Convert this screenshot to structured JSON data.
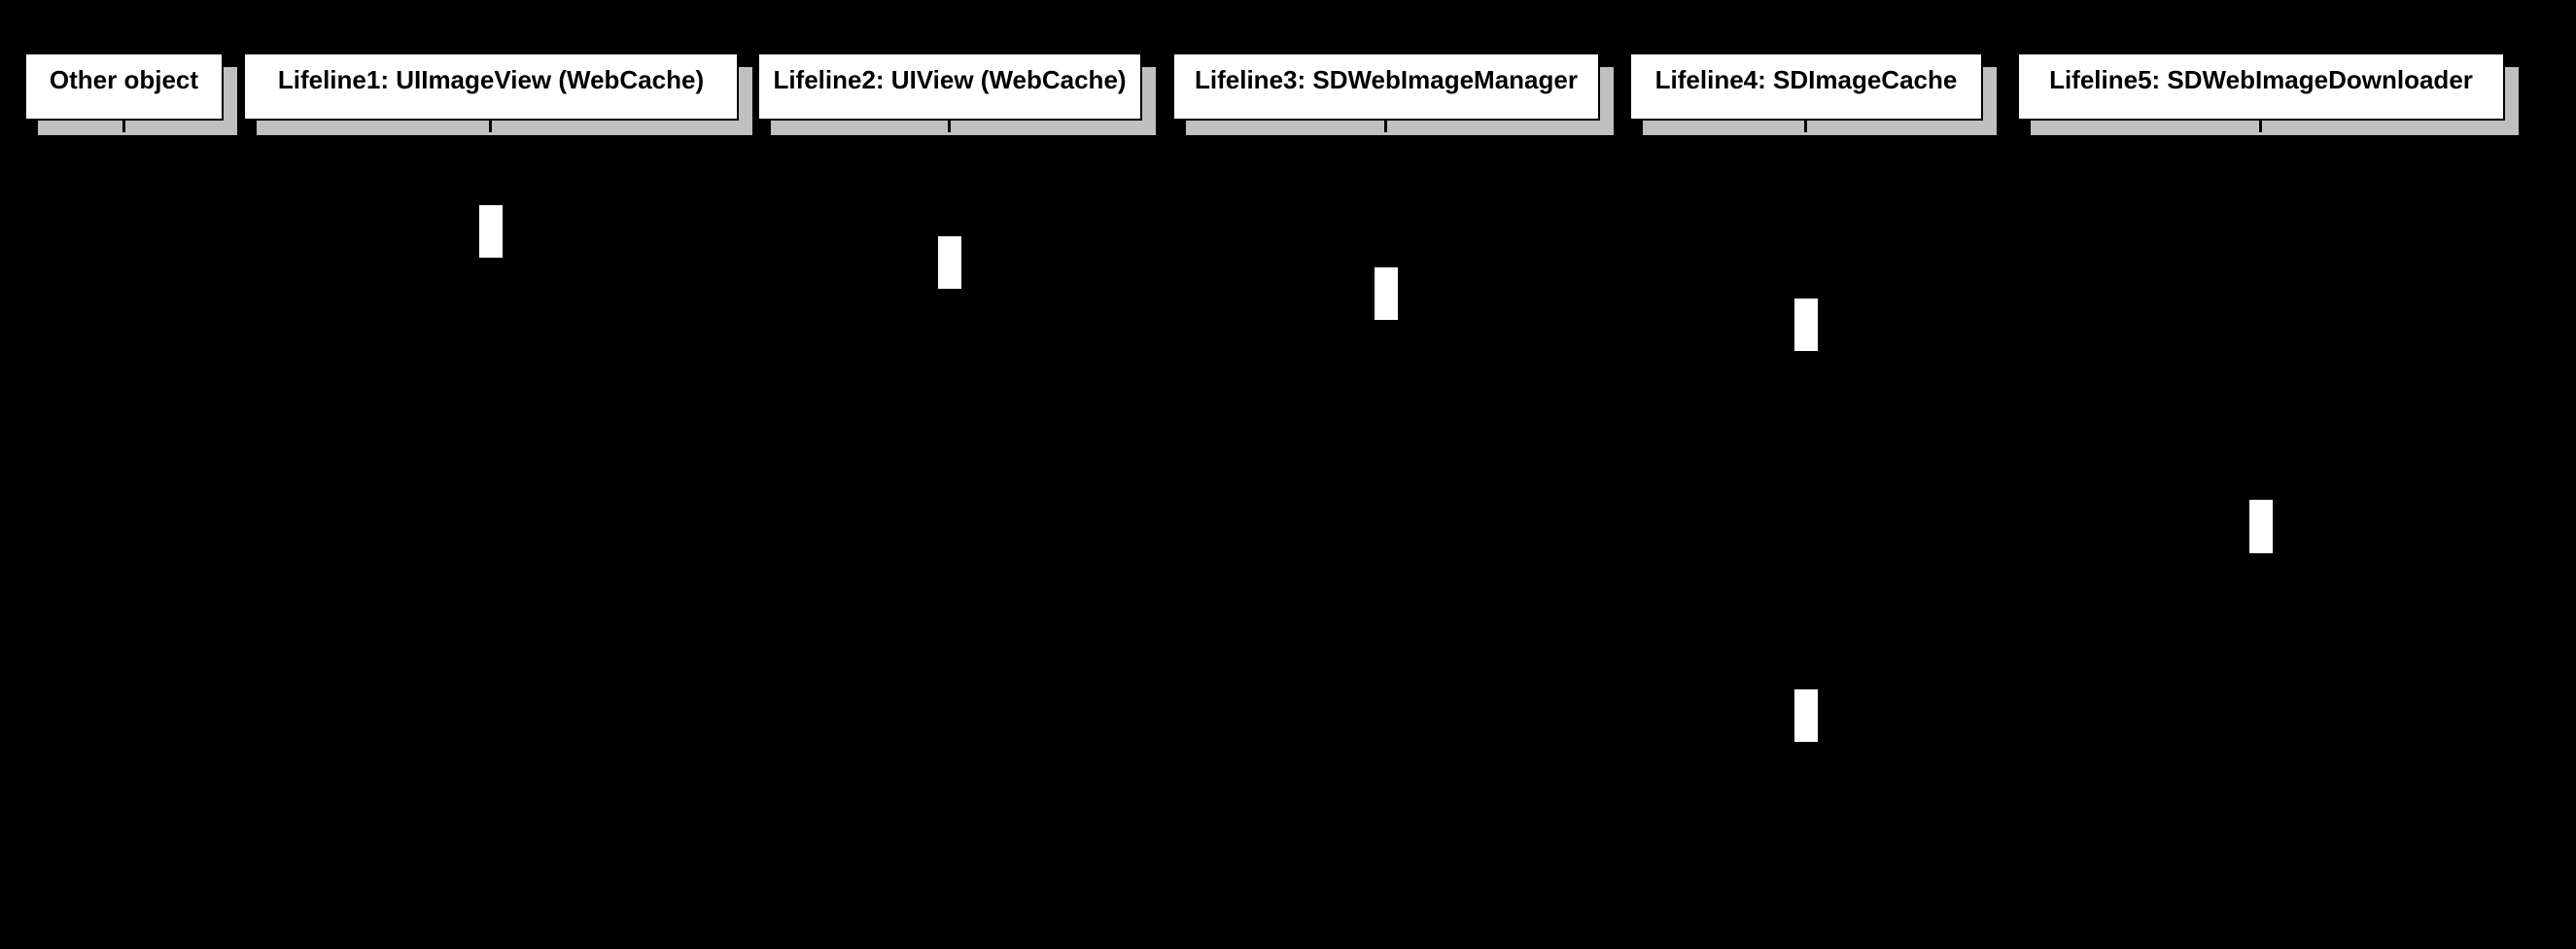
{
  "diagram": {
    "kind": "uml-sequence-diagram",
    "colors": {
      "background": "#000000",
      "participant_fill": "#ffffff",
      "participant_border": "#000000",
      "participant_text": "#000000",
      "shadow": "#c0c0c0",
      "activation_fill": "#ffffff"
    }
  },
  "participants": [
    {
      "id": "other-object",
      "label": "Other object"
    },
    {
      "id": "lifeline1",
      "label": "Lifeline1: UIImageView (WebCache)"
    },
    {
      "id": "lifeline2",
      "label": "Lifeline2: UIView (WebCache)"
    },
    {
      "id": "lifeline3",
      "label": "Lifeline3: SDWebImageManager"
    },
    {
      "id": "lifeline4",
      "label": "Lifeline4: SDImageCache"
    },
    {
      "id": "lifeline5",
      "label": "Lifeline5: SDWebImageDownloader"
    }
  ],
  "activations": [
    {
      "participant": "lifeline1",
      "order": 1
    },
    {
      "participant": "lifeline2",
      "order": 2
    },
    {
      "participant": "lifeline3",
      "order": 3
    },
    {
      "participant": "lifeline4",
      "order": 4
    },
    {
      "participant": "lifeline5",
      "order": 5
    },
    {
      "participant": "lifeline4",
      "order": 6
    }
  ]
}
